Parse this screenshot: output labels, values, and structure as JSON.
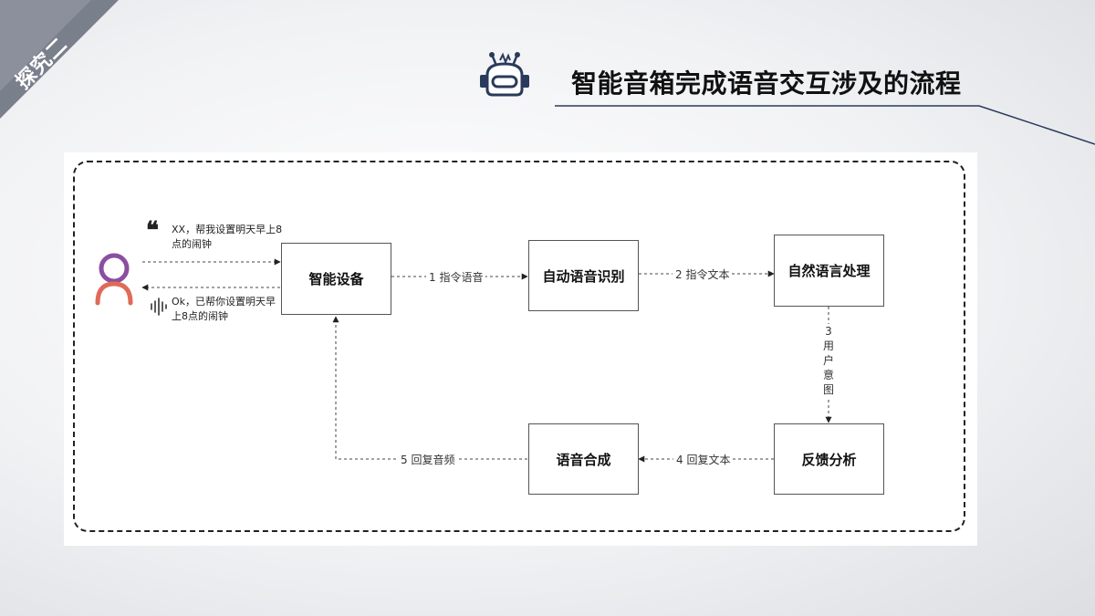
{
  "corner": {
    "label": "探究二",
    "color": "#7a7f8c"
  },
  "header": {
    "title": "智能音箱完成语音交互涉及的流程",
    "accent": "#2a3a5c"
  },
  "nodes": {
    "device": "智能设备",
    "asr": "自动语音识别",
    "nlp": "自然语言处理",
    "feedback": "反馈分析",
    "tts": "语音合成"
  },
  "edges": {
    "e1": "1 指令语音",
    "e2": "2 指令文本",
    "e3": "3用户意图",
    "e4": "4 回复文本",
    "e5": "5 回复音频"
  },
  "user": {
    "request_text": "XX，帮我设置明天早上8点的闹钟",
    "reply_text": "Ok，已帮你设置明天早上8点的闹钟",
    "colors": {
      "head": "#8a4fa0",
      "body": "#e06a58"
    }
  }
}
